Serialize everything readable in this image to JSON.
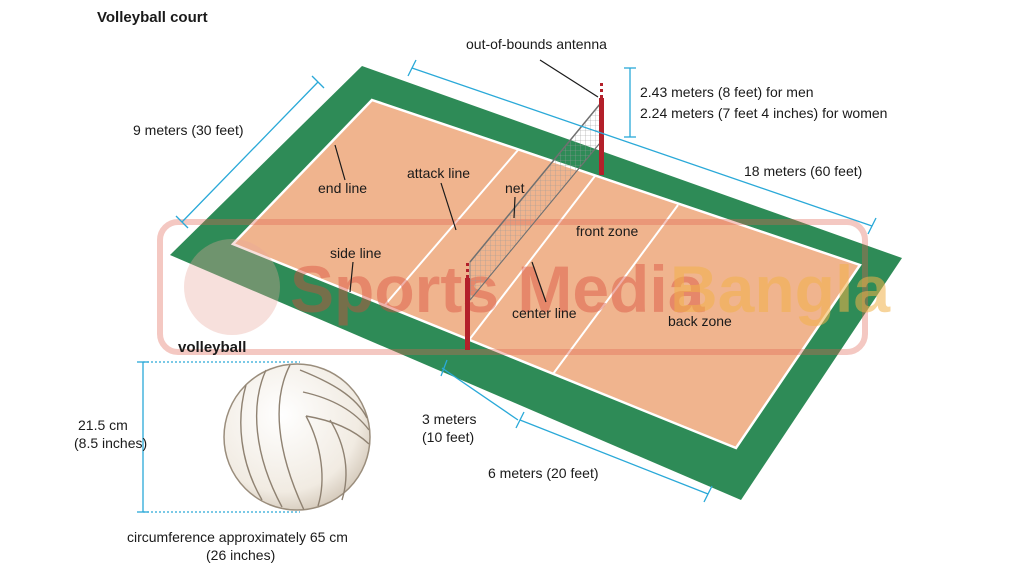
{
  "title": "Volleyball court",
  "colors": {
    "free_zone": "#2e8b57",
    "court": "#f0b48e",
    "line": "#ffffff",
    "dimension": "#2aa9d8",
    "post": "#b3202a"
  },
  "labels": {
    "antenna": "out-of-bounds antenna",
    "net_height_men": "2.43 meters (8 feet) for men",
    "net_height_women": "2.24 meters (7 feet 4 inches) for women",
    "width": "9 meters (30 feet)",
    "length": "18 meters (60 feet)",
    "end_line": "end line",
    "attack_line": "attack line",
    "net": "net",
    "side_line": "side line",
    "center_line": "center line",
    "front_zone": "front zone",
    "back_zone": "back zone",
    "front_zone_depth_1": "3 meters",
    "front_zone_depth_2": "(10 feet)",
    "back_zone_depth": "6 meters (20 feet)"
  },
  "ball": {
    "title": "volleyball",
    "diameter_1": "21.5 cm",
    "diameter_2": "(8.5 inches)",
    "circumference_1": "circumference approximately 65 cm",
    "circumference_2": "(26 inches)"
  },
  "watermark": {
    "part1": "Sports Media",
    "part2": "Bangla"
  }
}
